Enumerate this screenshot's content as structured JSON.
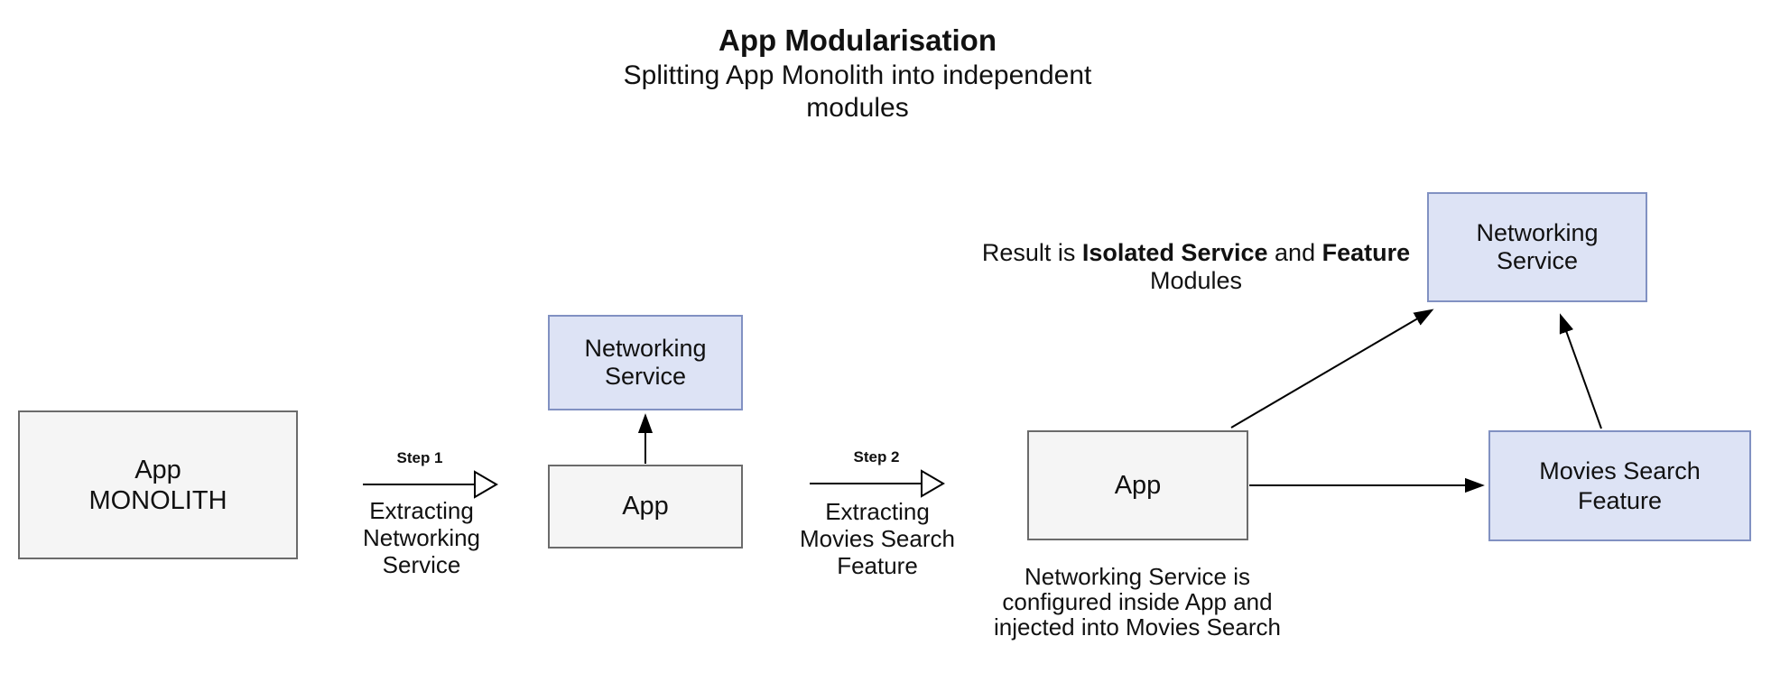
{
  "title": {
    "heading": "App Modularisation",
    "subtitle": "Splitting App Monolith into independent\nmodules"
  },
  "boxes": {
    "monolith": {
      "label": "App\nMONOLITH"
    },
    "networking_service_mid": {
      "label": "Networking\nService"
    },
    "app_mid": {
      "label": "App"
    },
    "app_right": {
      "label": "App"
    },
    "networking_service_right": {
      "label": "Networking\nService"
    },
    "movies_search_feature": {
      "label": "Movies Search\nFeature"
    }
  },
  "steps": {
    "step1": {
      "label": "Step 1",
      "description": "Extracting\nNetworking\nService"
    },
    "step2": {
      "label": "Step 2",
      "description": "Extracting\nMovies Search\nFeature"
    }
  },
  "notes": {
    "result": {
      "prefix": "Result is ",
      "bold1": "Isolated Service",
      "middle": " and ",
      "bold2": "Feature",
      "suffix": " Modules"
    },
    "injection": "Networking Service is\nconfigured inside App and\ninjected into Movies Search"
  },
  "colors": {
    "module_fill": "#dde3f5",
    "module_border": "#8191c2",
    "app_fill": "#f5f5f5",
    "app_border": "#6b6b6b",
    "arrow": "#000000",
    "background": "#ffffff"
  }
}
